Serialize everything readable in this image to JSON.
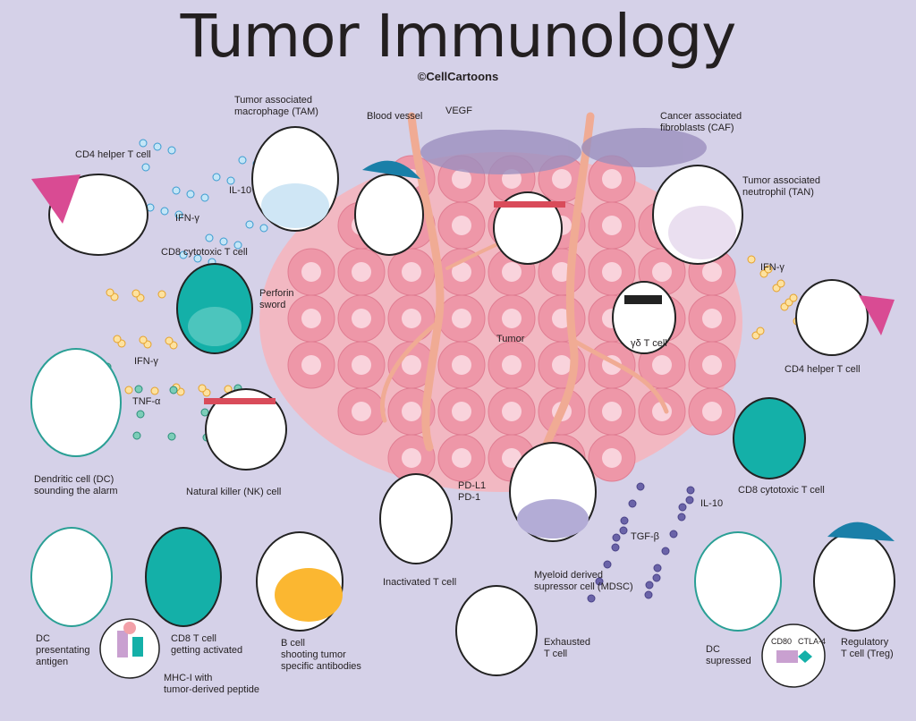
{
  "title": "Tumor Immunology",
  "credit": "©CellCartoons",
  "labels": {
    "tam": "Tumor associated\nmacrophage (TAM)",
    "blood_vessel": "Blood vessel",
    "vegf": "VEGF",
    "caf": "Cancer associated\nfibroblasts (CAF)",
    "cd4_left": "CD4 helper T cell",
    "il10_top": "IL-10",
    "tan": "Tumor associated\nneutrophil (TAN)",
    "ifng_1": "IFN-γ",
    "cd8_top": "CD8 cytotoxic T cell",
    "ifng_right": "IFN-γ",
    "perforin": "Perforin\nsword",
    "tumor": "Tumor",
    "gd_t": "γδ T cell",
    "ifng_dc": "IFN-γ",
    "cd4_right": "CD4 helper T cell",
    "tnfa": "TNF-α",
    "dc_alarm": "Dendritic cell (DC)\nsounding the alarm",
    "nk": "Natural killer (NK) cell",
    "pd": "PD-L1\nPD-1",
    "cd8_right": "CD8 cytotoxic T cell",
    "il10_right": "IL-10",
    "inactivated": "Inactivated T cell",
    "mdsc": "Myeloid derived\nsupressor cell (MDSC)",
    "tgfb": "TGF-β",
    "dc_present": "DC\npresentating\nantigen",
    "cd8_activated": "CD8  T cell\ngetting activated",
    "bcell": "B cell\nshooting tumor\nspecific antibodies",
    "exhausted": "Exhausted\nT cell",
    "mhc": "MHC-I with\ntumor-derived peptide",
    "dc_supressed": "DC\nsupressed",
    "cd80": "CD80",
    "ctla4": "CTLA-4",
    "treg": "Regulatory\nT cell (Treg)"
  },
  "colors": {
    "background": "#d5d1e8",
    "tumor": "#f0a0b0",
    "teal": "#14b0a8",
    "yellow": "#fbb731",
    "vessel": "#f3b49a"
  }
}
